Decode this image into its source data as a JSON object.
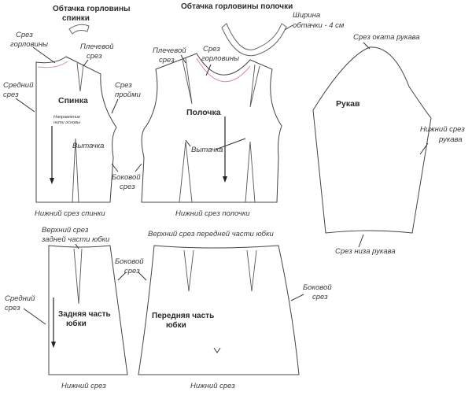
{
  "labels": {
    "back_facing_title": "Обтачка горловины\nспинки",
    "front_facing_title": "Обтачка горловины полочки",
    "facing_width": "Ширина\nобтачки - 4 см",
    "back_neckline": "Срез\nгорловины",
    "back_shoulder": "Плечевой\nсрез",
    "back_center": "Средний\nсрез",
    "back_armhole": "Срез\nпройми",
    "back_piece": "Спинка",
    "back_grain": "Направление\nнити основы",
    "back_dart": "Вытачка",
    "side_seam_bodice": "Боковой\nсрез",
    "back_hem": "Нижний срез спинки",
    "front_shoulder": "Плечевой\nсрез",
    "front_neckline": "Срез\nгорловины",
    "front_piece": "Полочка",
    "front_dart": "Вытачка",
    "front_hem": "Нижний срез полочки",
    "sleeve_cap": "Срез оката рукава",
    "sleeve_piece": "Рукав",
    "sleeve_lower_seam": "Нижний срез\nрукава",
    "sleeve_hem": "Срез низа рукава",
    "back_skirt_top": "Верхний срез\nзадней части юбки",
    "skirt_side_left": "Боковой\nсрез",
    "back_skirt_center": "Средний\nсрез",
    "back_skirt_piece": "Задняя часть\nюбки",
    "back_skirt_hem": "Нижний срез",
    "front_skirt_top": "Верхний срез передней части юбки",
    "front_skirt_side": "Боковой\nсрез",
    "front_skirt_piece": "Передняя часть\nюбки",
    "front_skirt_hem": "Нижний срез"
  }
}
